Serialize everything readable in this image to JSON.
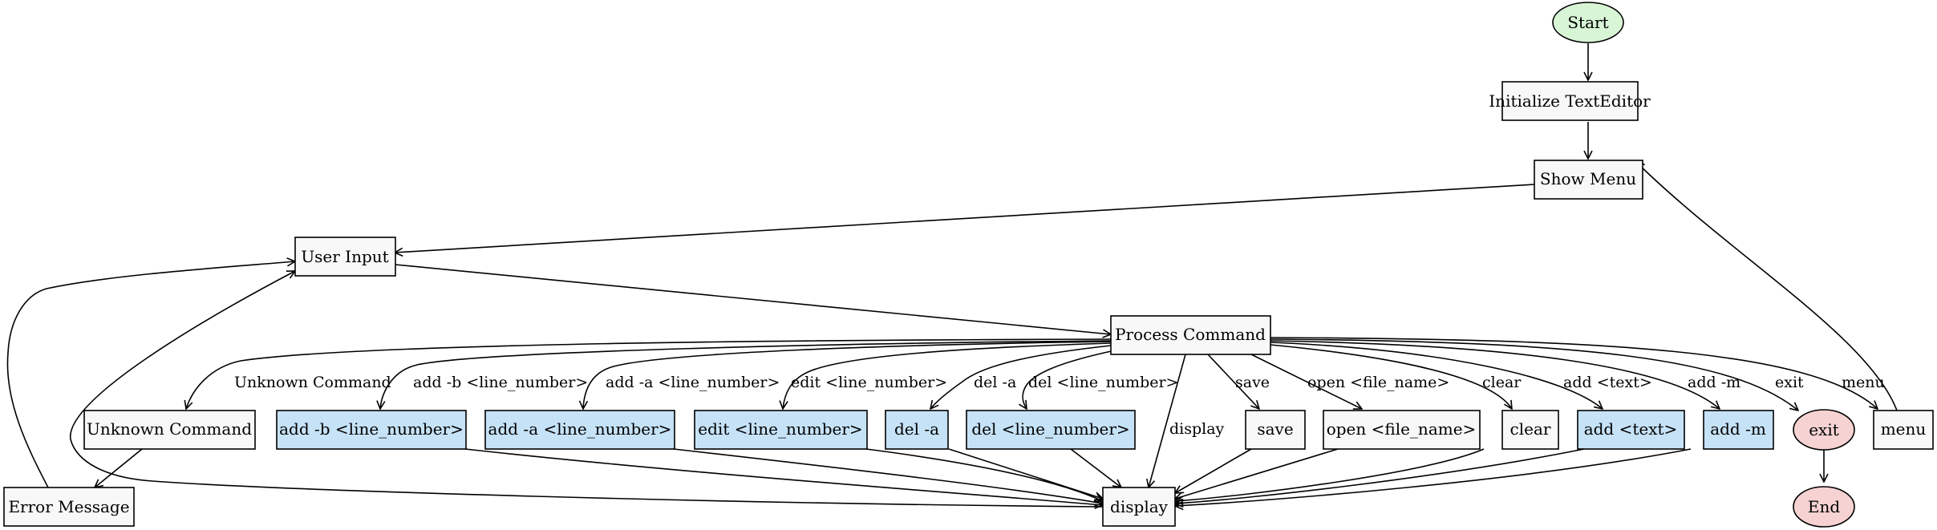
{
  "colors": {
    "default_fill": "#f8f8f8",
    "highlight_fill": "#c6e2f7",
    "start_fill": "#d8f6d6",
    "end_fill": "#f6d2d2",
    "stroke": "#000000",
    "background": "#ffffff"
  },
  "nodes": {
    "start": {
      "label": "Start",
      "shape": "ellipse",
      "style": "start"
    },
    "init": {
      "label": "Initialize TextEditor",
      "shape": "box",
      "style": "default"
    },
    "show_menu": {
      "label": "Show Menu",
      "shape": "box",
      "style": "default"
    },
    "user_input": {
      "label": "User Input",
      "shape": "box",
      "style": "default"
    },
    "process": {
      "label": "Process Command",
      "shape": "box",
      "style": "default"
    },
    "unknown": {
      "label": "Unknown Command",
      "shape": "box",
      "style": "default"
    },
    "error": {
      "label": "Error Message",
      "shape": "box",
      "style": "default"
    },
    "add_b": {
      "label": "add -b <line_number>",
      "shape": "box",
      "style": "highlight"
    },
    "add_a": {
      "label": "add -a <line_number>",
      "shape": "box",
      "style": "highlight"
    },
    "edit": {
      "label": "edit <line_number>",
      "shape": "box",
      "style": "highlight"
    },
    "del_a": {
      "label": "del -a",
      "shape": "box",
      "style": "highlight"
    },
    "del_line": {
      "label": "del <line_number>",
      "shape": "box",
      "style": "highlight"
    },
    "save": {
      "label": "save",
      "shape": "box",
      "style": "default"
    },
    "open": {
      "label": "open <file_name>",
      "shape": "box",
      "style": "default"
    },
    "clear": {
      "label": "clear",
      "shape": "box",
      "style": "default"
    },
    "add_text": {
      "label": "add <text>",
      "shape": "box",
      "style": "highlight"
    },
    "add_m": {
      "label": "add -m",
      "shape": "box",
      "style": "highlight"
    },
    "exit": {
      "label": "exit",
      "shape": "ellipse",
      "style": "end"
    },
    "end": {
      "label": "End",
      "shape": "ellipse",
      "style": "end"
    },
    "menu": {
      "label": "menu",
      "shape": "box",
      "style": "default"
    },
    "display": {
      "label": "display",
      "shape": "box",
      "style": "default"
    }
  },
  "edges": [
    {
      "id": "e-start-init",
      "from": "start",
      "to": "init",
      "label": ""
    },
    {
      "id": "e-init-menu",
      "from": "init",
      "to": "show_menu",
      "label": ""
    },
    {
      "id": "e-menu-input",
      "from": "show_menu",
      "to": "user_input",
      "label": ""
    },
    {
      "id": "e-input-process",
      "from": "user_input",
      "to": "process",
      "label": ""
    },
    {
      "id": "e-proc-unknown",
      "from": "process",
      "to": "unknown",
      "label": "Unknown Command"
    },
    {
      "id": "e-proc-addb",
      "from": "process",
      "to": "add_b",
      "label": "add -b <line_number>"
    },
    {
      "id": "e-proc-adda",
      "from": "process",
      "to": "add_a",
      "label": "add -a <line_number>"
    },
    {
      "id": "e-proc-edit",
      "from": "process",
      "to": "edit",
      "label": "edit <line_number>"
    },
    {
      "id": "e-proc-dela",
      "from": "process",
      "to": "del_a",
      "label": "del -a"
    },
    {
      "id": "e-proc-delline",
      "from": "process",
      "to": "del_line",
      "label": "del <line_number>"
    },
    {
      "id": "e-proc-display",
      "from": "process",
      "to": "display",
      "label": "display"
    },
    {
      "id": "e-proc-save",
      "from": "process",
      "to": "save",
      "label": "save"
    },
    {
      "id": "e-proc-open",
      "from": "process",
      "to": "open",
      "label": "open <file_name>"
    },
    {
      "id": "e-proc-clear",
      "from": "process",
      "to": "clear",
      "label": "clear"
    },
    {
      "id": "e-proc-addtext",
      "from": "process",
      "to": "add_text",
      "label": "add <text>"
    },
    {
      "id": "e-proc-addm",
      "from": "process",
      "to": "add_m",
      "label": "add -m"
    },
    {
      "id": "e-proc-exit",
      "from": "process",
      "to": "exit",
      "label": "exit"
    },
    {
      "id": "e-proc-menu",
      "from": "process",
      "to": "menu",
      "label": "menu"
    },
    {
      "id": "e-unknown-error",
      "from": "unknown",
      "to": "error",
      "label": ""
    },
    {
      "id": "e-error-input",
      "from": "error",
      "to": "user_input",
      "label": ""
    },
    {
      "id": "e-addb-display",
      "from": "add_b",
      "to": "display",
      "label": ""
    },
    {
      "id": "e-adda-display",
      "from": "add_a",
      "to": "display",
      "label": ""
    },
    {
      "id": "e-edit-display",
      "from": "edit",
      "to": "display",
      "label": ""
    },
    {
      "id": "e-dela-display",
      "from": "del_a",
      "to": "display",
      "label": ""
    },
    {
      "id": "e-delline-display",
      "from": "del_line",
      "to": "display",
      "label": ""
    },
    {
      "id": "e-save-display",
      "from": "save",
      "to": "display",
      "label": ""
    },
    {
      "id": "e-open-display",
      "from": "open",
      "to": "display",
      "label": ""
    },
    {
      "id": "e-clear-display",
      "from": "clear",
      "to": "display",
      "label": ""
    },
    {
      "id": "e-addtext-display",
      "from": "add_text",
      "to": "display",
      "label": ""
    },
    {
      "id": "e-addm-display",
      "from": "add_m",
      "to": "display",
      "label": ""
    },
    {
      "id": "e-display-input",
      "from": "display",
      "to": "user_input",
      "label": ""
    },
    {
      "id": "e-menu-showmenu",
      "from": "menu",
      "to": "show_menu",
      "label": ""
    },
    {
      "id": "e-exit-end",
      "from": "exit",
      "to": "end",
      "label": ""
    }
  ]
}
